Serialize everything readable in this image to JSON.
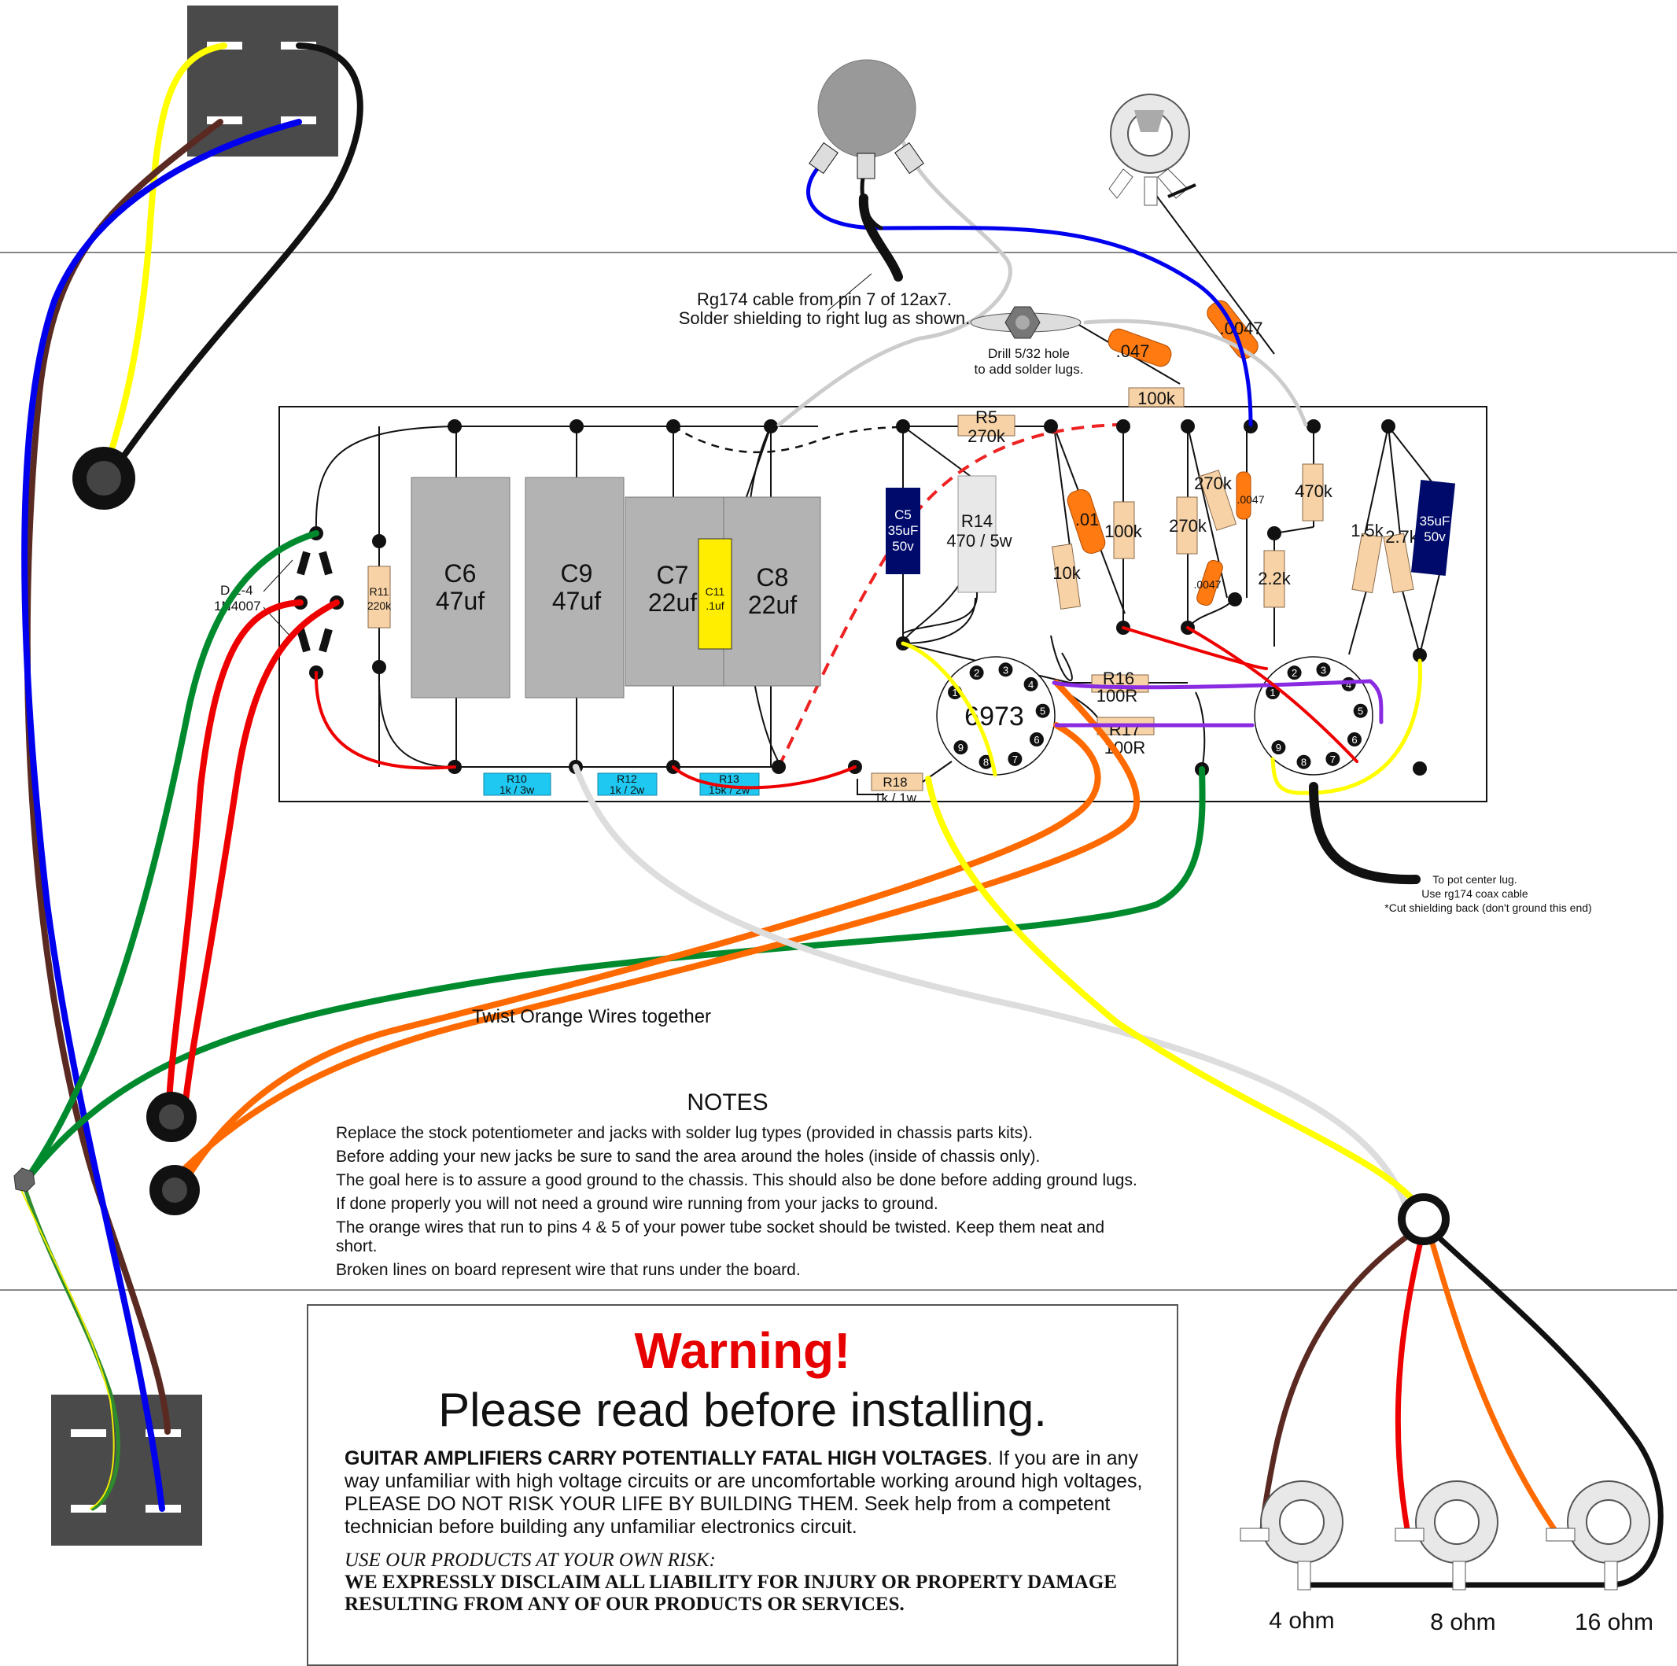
{
  "callouts": {
    "rg174_top_line1": "Rg174 cable from pin 7 of 12ax7.",
    "rg174_top_line2": "Solder shielding to right lug as shown.",
    "drill_line1": "Drill 5/32 hole",
    "drill_line2": "to add solder lugs.",
    "pot_center_line1": "To pot center lug.",
    "pot_center_line2": "Use rg174 coax cable",
    "pot_center_line3": "*Cut shielding back (don't ground this end)",
    "twist": "Twist Orange Wires together",
    "diodes_line1": "D 1-4",
    "diodes_line2": "1N4007"
  },
  "capacitors": {
    "c6": {
      "name": "C6",
      "value": "47uf"
    },
    "c9": {
      "name": "C9",
      "value": "47uf"
    },
    "c7": {
      "name": "C7",
      "value": "22uf"
    },
    "c8": {
      "name": "C8",
      "value": "22uf"
    },
    "c11": {
      "name": "C11",
      "value": ".1uf"
    },
    "c5": {
      "name": "C5",
      "value": "35uF",
      "voltage": "50v"
    },
    "cathode_cap": {
      "value": "35uF",
      "voltage": "50v"
    },
    "cap_047_top": ".047",
    "cap_0047_top": ".0047",
    "cap_01": ".01",
    "cap_0047_a": ".0047",
    "cap_0047_b": ".0047"
  },
  "resistors": {
    "r11": {
      "name": "R11",
      "value": "220k"
    },
    "r5": {
      "name": "R5",
      "value": "270k"
    },
    "r14": {
      "name": "R14",
      "value": "470 / 5w"
    },
    "r10": {
      "name": "R10",
      "value": "1k / 3w"
    },
    "r12": {
      "name": "R12",
      "value": "1k / 2w"
    },
    "r13": {
      "name": "R13",
      "value": "15k / 2w"
    },
    "r18": {
      "name": "R18",
      "value": "1k / 1w"
    },
    "r16": {
      "name": "R16",
      "value": "100R"
    },
    "r17": {
      "name": "R17",
      "value": "100R"
    },
    "r_100k_top": "100k",
    "r_10k": "10k",
    "r_100k_mid": "100k",
    "r_270k_a": "270k",
    "r_270k_b": "270k",
    "r_470k": "470k",
    "r_2_2k": "2.2k",
    "r_1_5k": "1.5k",
    "r_2_7k": "2.7k"
  },
  "tubes": {
    "power_tube_label": "6973",
    "power_pins": [
      "1",
      "2",
      "3",
      "4",
      "5",
      "6",
      "7",
      "8",
      "9"
    ],
    "preamp_pins": [
      "1",
      "2",
      "3",
      "4",
      "5",
      "6",
      "7",
      "8",
      "9"
    ]
  },
  "speaker_jacks": [
    "4 ohm",
    "8 ohm",
    "16 ohm"
  ],
  "notes": {
    "title": "NOTES",
    "lines": [
      "Replace the stock potentiometer and jacks with solder lug types (provided in chassis parts kits).",
      "Before adding your new jacks be sure to sand the area around the holes (inside of chassis only).",
      "The goal here is to assure a good ground to the chassis. This should also be done before adding ground lugs.",
      "If done properly you will not need a ground wire running from your jacks to ground.",
      "The orange wires that run to pins 4 & 5 of your power tube socket should be twisted. Keep them neat and short.",
      "Broken lines on board represent wire that runs under the board."
    ]
  },
  "warning": {
    "title": "Warning!",
    "subtitle": "Please read before installing.",
    "bold_lead": "GUITAR AMPLIFIERS CARRY POTENTIALLY FATAL HIGH VOLTAGES",
    "body": " If you are in any way unfamiliar with high voltage circuits or are uncomfortable working around high voltages, PLEASE DO NOT RISK YOUR LIFE BY BUILDING THEM. Seek help from a competent technician before building any unfamiliar electronics circuit.",
    "risk": "USE OUR PRODUCTS AT YOUR OWN RISK:",
    "disclaimer": "WE EXPRESSLY DISCLAIM ALL LIABILITY FOR INJURY OR PROPERTY DAMAGE RESULTING FROM ANY OF OUR PRODUCTS OR SERVICES."
  },
  "wire_colors": {
    "yellow": "#ffff00",
    "black": "#111111",
    "brown": "#5a2a22",
    "blue": "#0000ee",
    "red": "#ee0000",
    "green": "#008a2e",
    "orange": "#ff6a00",
    "gray": "#dddddd",
    "purple": "#8a2be2",
    "board_cap": "#b3b3b3",
    "resistor": "#f6d2a6",
    "blue_cap": "#000a6b",
    "cyan_res": "#1ec8f0"
  }
}
